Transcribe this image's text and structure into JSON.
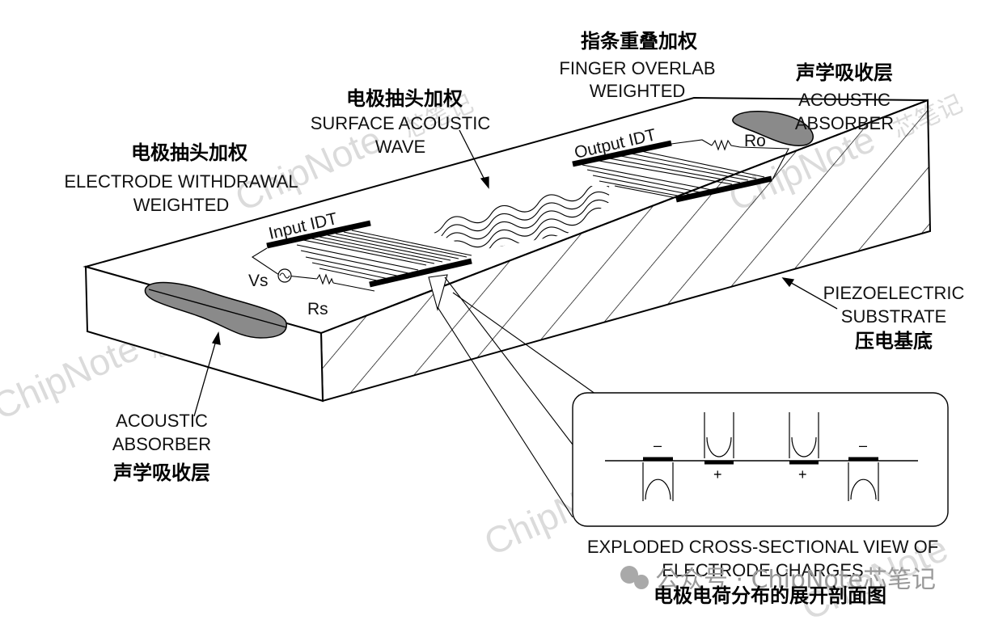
{
  "labels": {
    "electrode_withdrawal_zh": "电极抽头加权",
    "electrode_withdrawal_en_1": "ELECTRODE WITHDRAWAL",
    "electrode_withdrawal_en_2": "WEIGHTED",
    "saw_zh": "电极抽头加权",
    "saw_en_1": "SURFACE ACOUSTIC",
    "saw_en_2": "WAVE",
    "finger_overlap_zh": "指条重叠加权",
    "finger_overlap_en_1": "FINGER OVERLAB",
    "finger_overlap_en_2": "WEIGHTED",
    "absorber_right_zh": "声学吸收层",
    "absorber_right_en_1": "ACOUSTIC",
    "absorber_right_en_2": "ABSORBER",
    "input_idt": "Input IDT",
    "output_idt": "Output IDT",
    "vs": "Vs",
    "rs": "Rs",
    "ro": "Ro",
    "substrate_en_1": "PIEZOELECTRIC",
    "substrate_en_2": "SUBSTRATE",
    "substrate_zh": "压电基底",
    "absorber_left_en_1": "ACOUSTIC",
    "absorber_left_en_2": "ABSORBER",
    "absorber_left_zh": "声学吸收层",
    "charge_minus": "–",
    "charge_plus": "+",
    "exploded_en_1": "EXPLODED CROSS-SECTIONAL VIEW OF",
    "exploded_en_2": "ELECTRODE CHARGES",
    "exploded_zh": "电极电荷分布的展开剖面图"
  },
  "watermarks": {
    "chipnote": "ChipNote",
    "chipnote_zh": "芯笔记",
    "credit": "公众号 · ChipNote芯笔记"
  },
  "colors": {
    "line": "#000000",
    "absorber_fill": "#8a8a8a",
    "watermark": "#cfcfcf"
  }
}
